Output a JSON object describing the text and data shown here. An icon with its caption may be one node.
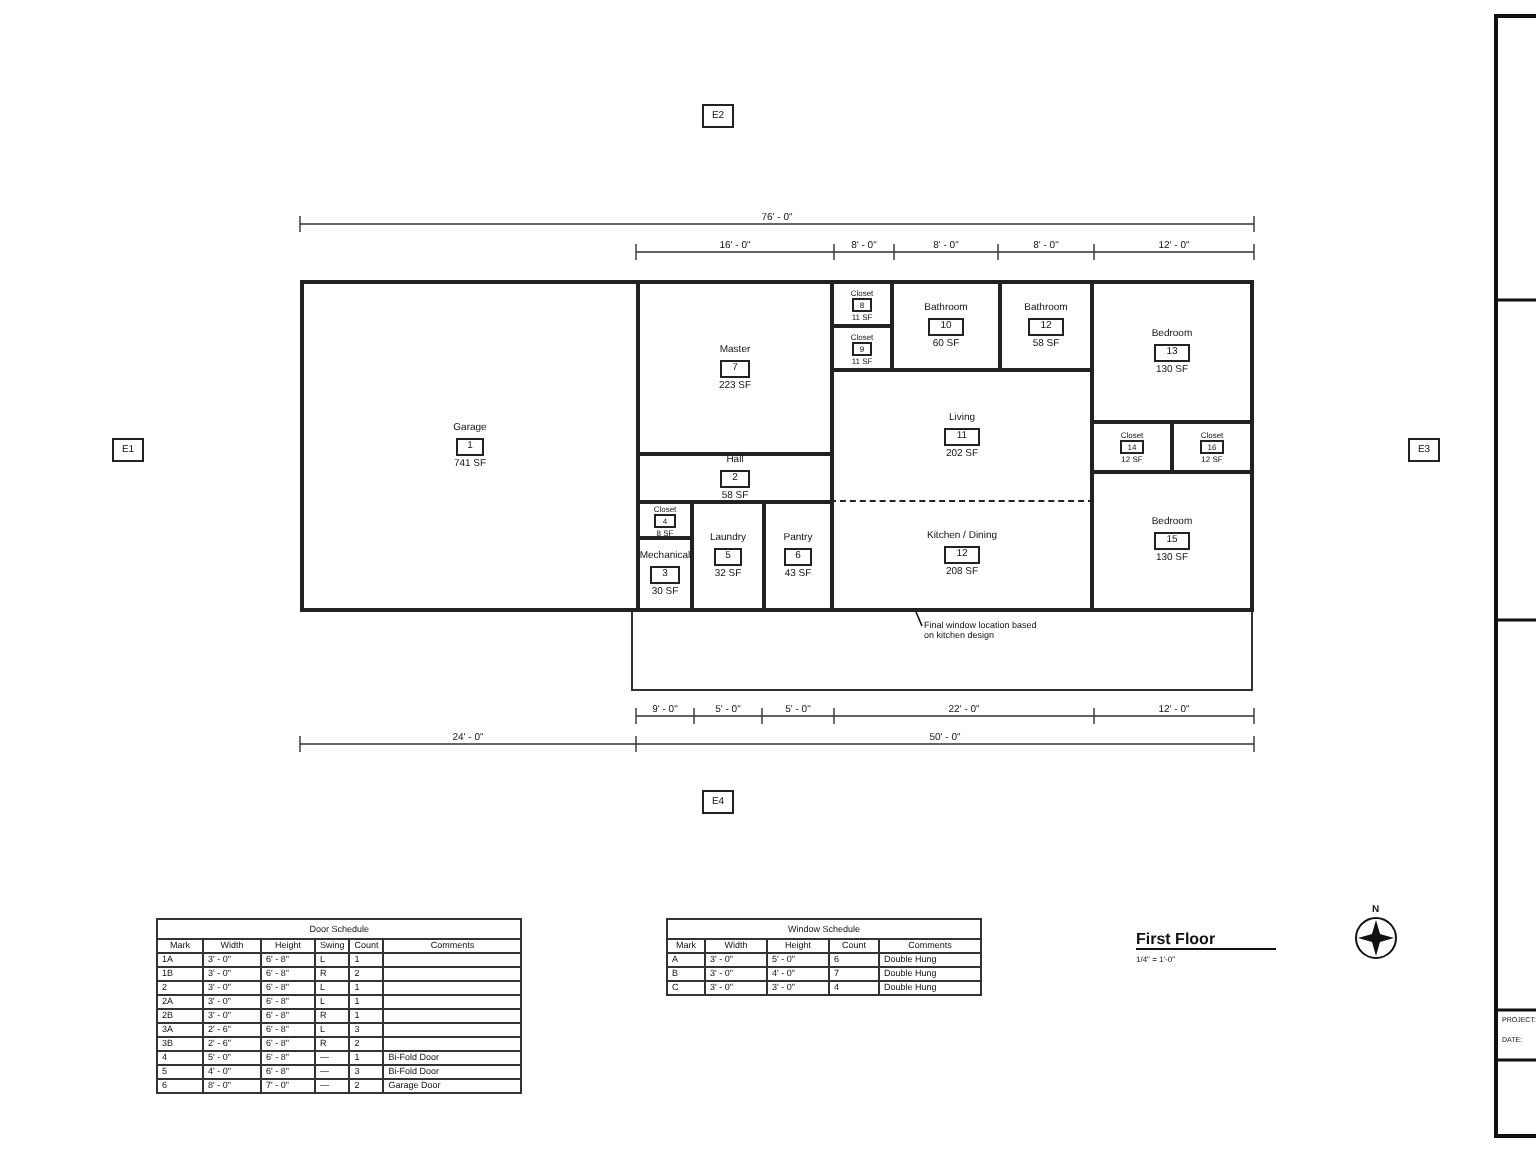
{
  "diagram": {
    "nodes": [
      {
        "text": [
          "Garage",
          "1",
          "741 SF"
        ]
      },
      {
        "text": [
          "Master",
          "7",
          "223 SF"
        ]
      },
      {
        "text": [
          "Hall",
          "2",
          "58 SF"
        ]
      },
      {
        "text": [
          "Closet",
          "4",
          "8 SF"
        ]
      },
      {
        "text": [
          "Mechanical",
          "3",
          "30 SF"
        ]
      },
      {
        "text": [
          "Laundry",
          "5",
          "32 SF"
        ]
      },
      {
        "text": [
          "Pantry",
          "6",
          "43 SF"
        ]
      },
      {
        "text": [
          "Closet",
          "8",
          "11 SF"
        ]
      },
      {
        "text": [
          "Closet",
          "9",
          "11 SF"
        ]
      },
      {
        "text": [
          "Bathroom",
          "10",
          "60 SF"
        ]
      },
      {
        "text": [
          "Bathroom",
          "12",
          "58 SF"
        ]
      },
      {
        "text": [
          "Living",
          "11",
          "202 SF"
        ]
      },
      {
        "text": [
          "Kitchen / Dining",
          "12",
          "208 SF"
        ]
      },
      {
        "text": [
          "Bedroom",
          "13",
          "130 SF"
        ]
      },
      {
        "text": [
          "Closet",
          "14",
          "12 SF"
        ]
      },
      {
        "text": [
          "Closet",
          "16",
          "12 SF"
        ]
      },
      {
        "text": [
          "Bedroom",
          "15",
          "130 SF"
        ]
      },
      {
        "text": [
          "Final window location based on kitchen design"
        ]
      }
    ],
    "edges": [
      {
        "from": 17,
        "to": 12,
        "arrow": "none"
      }
    ],
    "labels": [
      "76' - 0\"",
      "16' - 0\"",
      "8' - 0\"",
      "8' - 0\"",
      "8' - 0\"",
      "12' - 0\"",
      "9' - 0\"",
      "5' - 0\"",
      "5' - 0\"",
      "22' - 0\"",
      "12' - 0\"",
      "24' - 0\"",
      "50' - 0\"",
      "E1",
      "E2",
      "E3",
      "E4",
      "Door Schedule",
      "Mark",
      "Width",
      "Height",
      "Swing",
      "Count",
      "Comments",
      "1A",
      "3' - 0\"",
      "6' - 8\"",
      "L",
      "1",
      "1B",
      "3' - 0\"",
      "6' - 8\"",
      "R",
      "2",
      "2",
      "3' - 0\"",
      "6' - 8\"",
      "L",
      "1",
      "2A",
      "3' - 0\"",
      "6' - 8\"",
      "L",
      "1",
      "2B",
      "3' - 0\"",
      "6' - 8\"",
      "R",
      "1",
      "3A",
      "2' - 6\"",
      "6' - 8\"",
      "L",
      "3",
      "3B",
      "2' - 6\"",
      "6' - 8\"",
      "R",
      "2",
      "4",
      "5' - 0\"",
      "6' - 8\"",
      "—",
      "1",
      "Bi-Fold Door",
      "5",
      "4' - 0\"",
      "6' - 8\"",
      "—",
      "3",
      "Bi-Fold Door",
      "6",
      "8' - 0\"",
      "7' - 0\"",
      "—",
      "2",
      "Garage Door",
      "Window Schedule",
      "Mark",
      "Width",
      "Height",
      "Count",
      "Comments",
      "A",
      "3' - 0\"",
      "5' - 0\"",
      "6",
      "Double Hung",
      "B",
      "3' - 0\"",
      "4' - 0\"",
      "7",
      "Double Hung",
      "C",
      "3' - 0\"",
      "3' - 0\"",
      "4",
      "Double Hung",
      "First Floor",
      "1/4\" = 1'-0\"",
      "N",
      "PROJECT:",
      "DATE:"
    ]
  }
}
